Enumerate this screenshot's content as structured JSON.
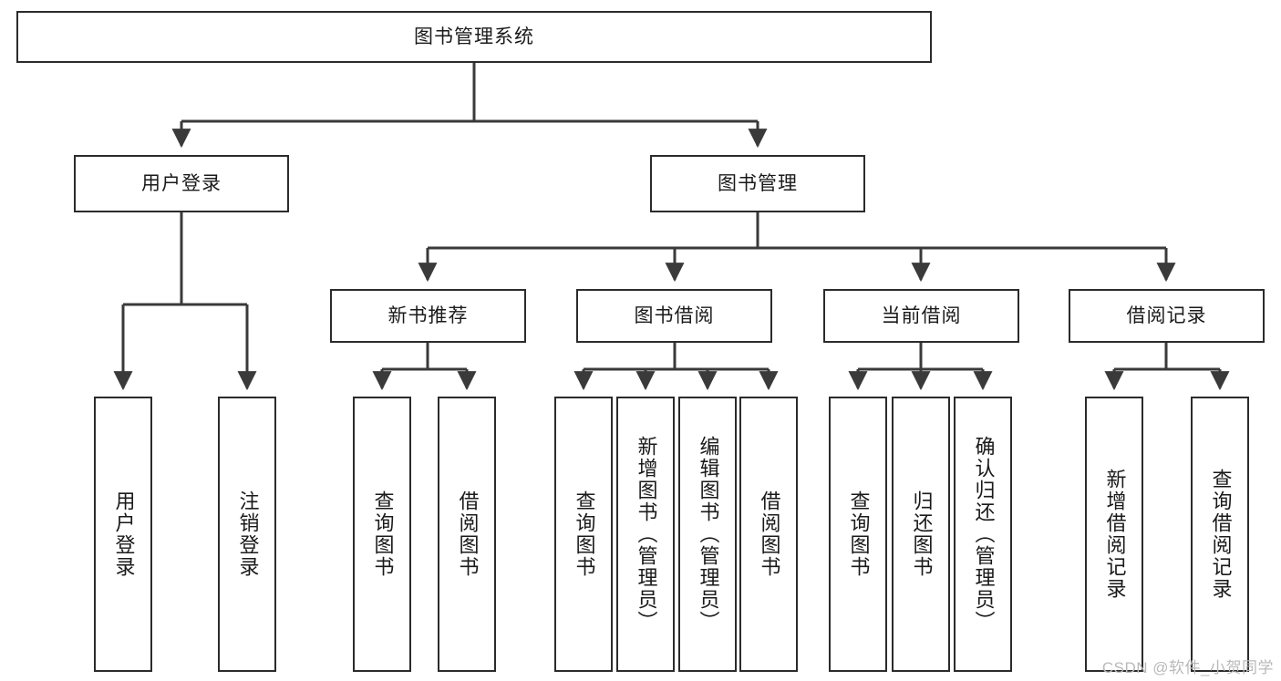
{
  "diagram": {
    "title": "图书管理系统",
    "type": "tree-hierarchy",
    "watermark": "CSDN @软件_小贺同学",
    "colors": {
      "box_border": "#2b2b2b",
      "box_fill": "#ffffff",
      "edge": "#3a3a3a",
      "text": "#1a1a1a",
      "watermark": "#b9b9b9"
    }
  },
  "nodes": {
    "root": {
      "label": "图书管理系统"
    },
    "level2": [
      {
        "label": "用户登录"
      },
      {
        "label": "图书管理"
      }
    ],
    "level3": [
      {
        "label": "新书推荐"
      },
      {
        "label": "图书借阅"
      },
      {
        "label": "当前借阅"
      },
      {
        "label": "借阅记录"
      }
    ],
    "leaves": {
      "user_login": [
        {
          "label": "用户登录"
        },
        {
          "label": "注销登录"
        }
      ],
      "new_book_rec": [
        {
          "label": "查询图书"
        },
        {
          "label": "借阅图书"
        }
      ],
      "book_borrow": [
        {
          "label": "查询图书"
        },
        {
          "label": "新增图书（管理员）"
        },
        {
          "label": "编辑图书（管理员）"
        },
        {
          "label": "借阅图书"
        }
      ],
      "current_borrow": [
        {
          "label": "查询图书"
        },
        {
          "label": "归还图书"
        },
        {
          "label": "确认归还（管理员）"
        }
      ],
      "borrow_record": [
        {
          "label": "新增借阅记录"
        },
        {
          "label": "查询借阅记录"
        }
      ]
    }
  }
}
